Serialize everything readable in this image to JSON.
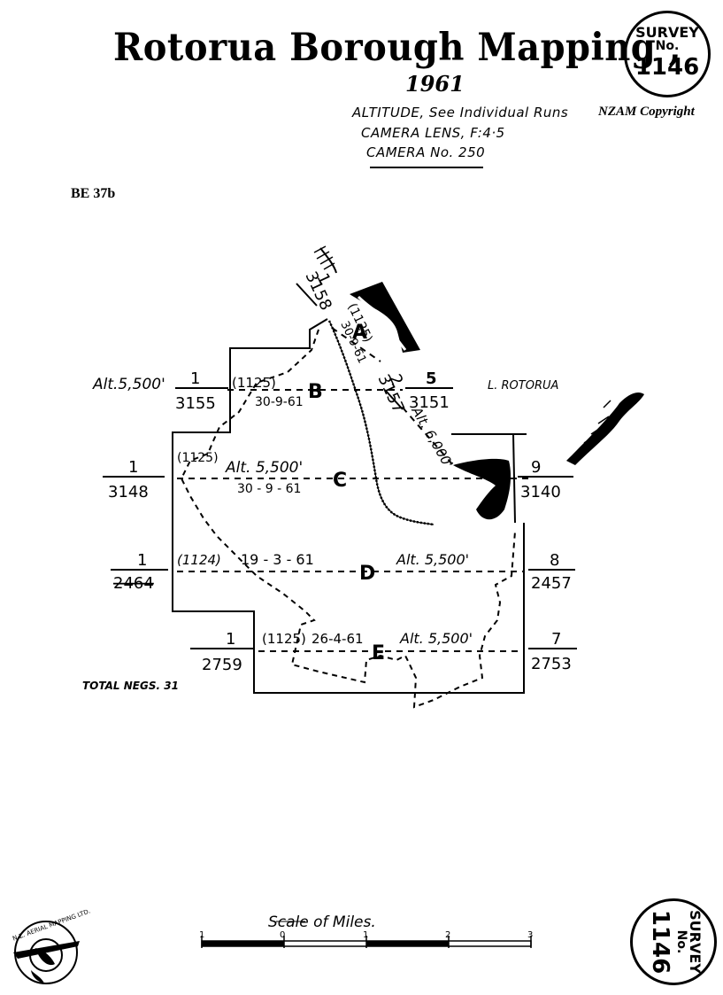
{
  "header": {
    "title": "Rotorua Borough Mapping ,",
    "year": "1961",
    "altitude_note": "ALTITUDE, See Individual Runs",
    "camera_lens": "CAMERA LENS, F:4·5",
    "camera_no": "CAMERA No. 250",
    "copyright": "NZAM Copyright",
    "sheet_ref": "BE 37b"
  },
  "stamp_top": {
    "line1": "SURVEY",
    "line2": "No.",
    "line3": "1146"
  },
  "stamp_bottom": {
    "line1": "SURVEY",
    "line2": "No.",
    "line3": "1146"
  },
  "map": {
    "lake_label": "L. ROTORUA",
    "total_negs": "TOTAL NEGS. 31",
    "runs": {
      "A": {
        "letter": "A",
        "start_neg": "1",
        "start_print": "3158",
        "end_neg": "2",
        "end_print": "3157",
        "lens": "(1125)",
        "date": "30-9-61",
        "altitude": "Alt. 6,000'"
      },
      "B": {
        "letter": "B",
        "altitude": "Alt.5,500'",
        "start_neg": "1",
        "start_print": "3155",
        "lens": "(1125)",
        "date": "30-9-61",
        "end_neg": "5",
        "end_print": "3151"
      },
      "C": {
        "letter": "C",
        "start_neg": "1",
        "start_print": "3148",
        "lens": "(1125)",
        "altitude": "Alt. 5,500'",
        "date": "30 - 9 - 61",
        "end_neg": "9",
        "end_print": "3140"
      },
      "D": {
        "letter": "D",
        "start_neg": "1",
        "start_print": "2464",
        "lens": "(1124)",
        "date": "19 - 3 - 61",
        "altitude": "Alt. 5,500'",
        "end_neg": "8",
        "end_print": "2457"
      },
      "E": {
        "letter": "E",
        "start_neg": "1",
        "start_print": "2759",
        "lens": "(1125)",
        "date": "26-4-61",
        "altitude": "Alt. 5,500'",
        "end_neg": "7",
        "end_print": "2753"
      }
    }
  },
  "scale": {
    "title": "Scale of Miles.",
    "ticks": [
      "1",
      "0",
      "1",
      "2",
      "3"
    ]
  },
  "logo": {
    "text": "N.Z. AERIAL MAPPING LTD."
  }
}
